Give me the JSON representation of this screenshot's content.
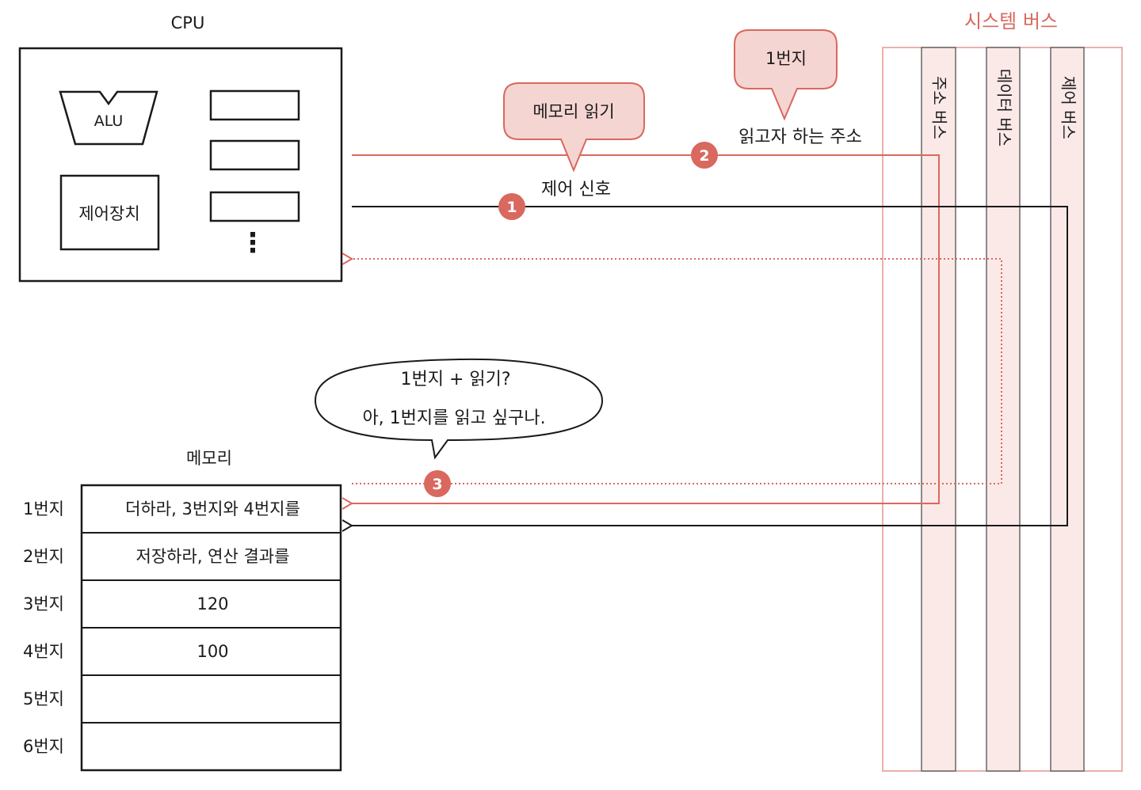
{
  "cpu": {
    "title": "CPU",
    "alu_label": "ALU",
    "control_unit_label": "제어장치",
    "register_ellipsis": "⋮"
  },
  "system_bus": {
    "title": "시스템 버스",
    "address_bus": "주소 버스",
    "data_bus": "데이터 버스",
    "control_bus": "제어 버스"
  },
  "signals": {
    "control_bubble": "메모리 읽기",
    "control_label": "제어 신호",
    "address_bubble": "1번지",
    "address_label": "읽고자 하는 주소",
    "step1": "1",
    "step2": "2",
    "step3": "3"
  },
  "memory_speech": {
    "line1": "1번지 + 읽기?",
    "line2": "아, 1번지를 읽고 싶구나."
  },
  "memory": {
    "title": "메모리",
    "rows": [
      {
        "address": "1번지",
        "value": "더하라, 3번지와 4번지를"
      },
      {
        "address": "2번지",
        "value": "저장하라, 연산 결과를"
      },
      {
        "address": "3번지",
        "value": "120"
      },
      {
        "address": "4번지",
        "value": "100"
      },
      {
        "address": "5번지",
        "value": ""
      },
      {
        "address": "6번지",
        "value": ""
      }
    ]
  },
  "colors": {
    "accent": "#d9685e",
    "bubble_fill": "#f5d5d2",
    "bus_fill": "#fbe9e8",
    "line": "#1a1a1a"
  }
}
